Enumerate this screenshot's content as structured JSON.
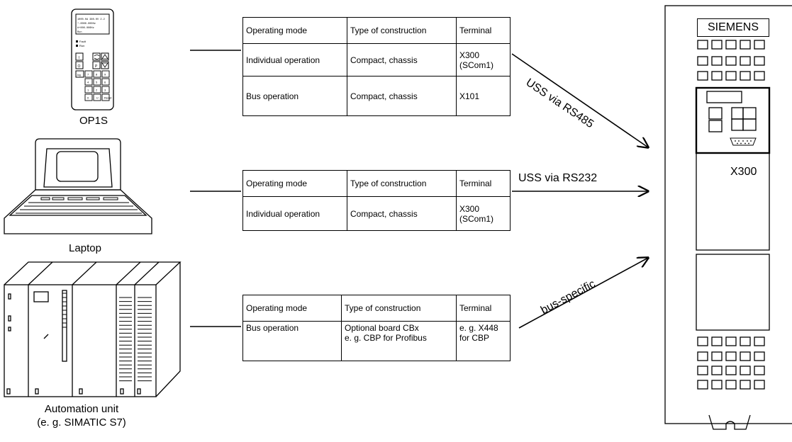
{
  "devices": {
    "op1s": {
      "label": "OP1S",
      "screen_lines": [
        "1000.0A 380.0V 2.2",
        "*-0000.000Hz",
        "#+000.000Hz",
        "Run"
      ],
      "leds": [
        "Fault",
        "Run"
      ],
      "keys": [
        "I",
        "O",
        "Jog",
        "P",
        "7",
        "8",
        "9",
        "4",
        "5",
        "6",
        "1",
        "2",
        "3",
        "0",
        "+/-",
        "Reset"
      ]
    },
    "laptop": {
      "label": "Laptop"
    },
    "automation": {
      "label_line1": "Automation unit",
      "label_line2": "(e. g. SIMATIC S7)"
    }
  },
  "tables": [
    {
      "headers": [
        "Operating mode",
        "Type of construction",
        "Terminal"
      ],
      "rows": [
        [
          "Individual operation",
          "Compact, chassis",
          "X300\n(SCom1)"
        ],
        [
          "Bus operation",
          "Compact, chassis",
          "X101"
        ]
      ]
    },
    {
      "headers": [
        "Operating mode",
        "Type of construction",
        "Terminal"
      ],
      "rows": [
        [
          "Individual operation",
          "Compact, chassis",
          "X300\n(SCom1)"
        ]
      ]
    },
    {
      "headers": [
        "Operating mode",
        "Type of construction",
        "Terminal"
      ],
      "rows": [
        [
          "Bus operation",
          "Optional board CBx\ne. g. CBP for Profibus",
          "e. g. X448\nfor CBP"
        ]
      ]
    }
  ],
  "connections": {
    "rs485": "USS via RS485",
    "rs232": "USS via RS232",
    "bus": "bus-specific"
  },
  "converter": {
    "brand": "SIEMENS",
    "interface_label": "X300"
  }
}
